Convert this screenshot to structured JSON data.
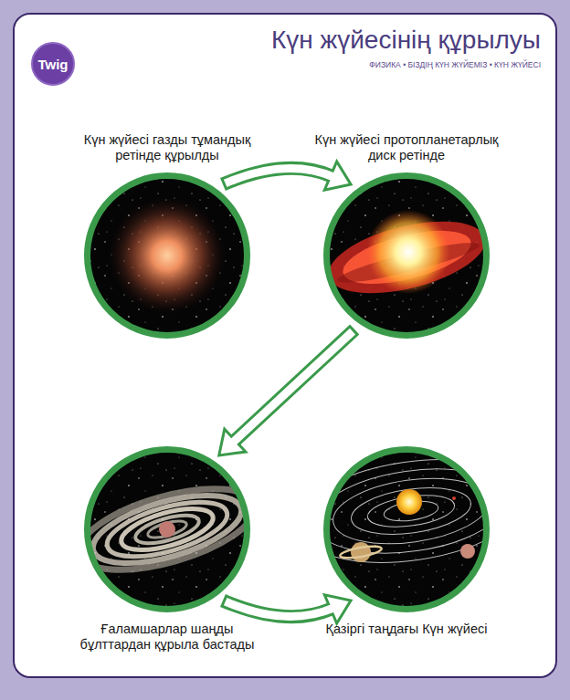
{
  "diagram": {
    "title": "Күн жүйесінің құрылуы",
    "nodes": [
      {
        "text": [
          "Күн жүйесі газды тұмандық ретінде құрылды"
        ]
      },
      {
        "text": [
          "Күн жүйесі протопланетарлық диск ретінде"
        ]
      },
      {
        "text": [
          "Ғаламшарлар шаңды бұлттардан құрыла бастады"
        ]
      },
      {
        "text": [
          "Қазіргі таңдағы Күн жүйесі"
        ]
      }
    ],
    "edges": [
      {
        "from": 0,
        "to": 1,
        "arrow": "to"
      },
      {
        "from": 1,
        "to": 2,
        "arrow": "to"
      },
      {
        "from": 2,
        "to": 3,
        "arrow": "to"
      }
    ],
    "labels": [
      "Twig",
      "ФИЗИКА • БІЗДІҢ КҮН ЖҮЙЕМІЗ • КҮН ЖҮЙЕСІ"
    ]
  }
}
